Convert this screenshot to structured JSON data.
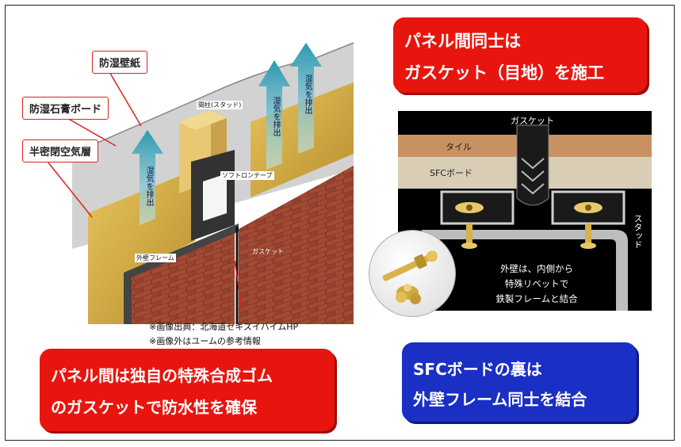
{
  "labels": {
    "moisture_wallpaper": "防湿壁紙",
    "moisture_gypsum": "防湿石膏ボード",
    "semi_sealed_air": "半密閉空気層",
    "stud": "間柱(スタッド)",
    "sofuron_tape": "ソフトロンテープ",
    "outer_frame": "外壁フレーム",
    "gasket_small": "ガスケット",
    "vapor_exhaust": "湿気を排出"
  },
  "source": {
    "line1": "※画像出典：北海道セキスイハイムHP",
    "line2": "※画像外はユームの参考情報"
  },
  "box_top_right": {
    "line1": "パネル間同士は",
    "line2": "ガスケット（目地）を施工"
  },
  "box_bottom_left": {
    "line1": "パネル間は独自の特殊合成ゴム",
    "line2": "のガスケットで防水性を確保"
  },
  "box_bottom_right": {
    "line1": "SFCボードの裏は",
    "line2": "外壁フレーム同士を結合"
  },
  "detail": {
    "gasket": "ガスケット",
    "tile": "タイル",
    "sfc_board": "SFCボード",
    "stud": "スタッド",
    "note1": "外壁は、内側から",
    "note2": "特殊リベットで",
    "note3": "鉄製フレームと結合"
  },
  "colors": {
    "red_box": "#e8150f",
    "blue_box": "#1a2fc4",
    "insulation": "#d9b24a",
    "brick": "#8a3b2a",
    "vapor_arrow": "#3aa7b8"
  }
}
